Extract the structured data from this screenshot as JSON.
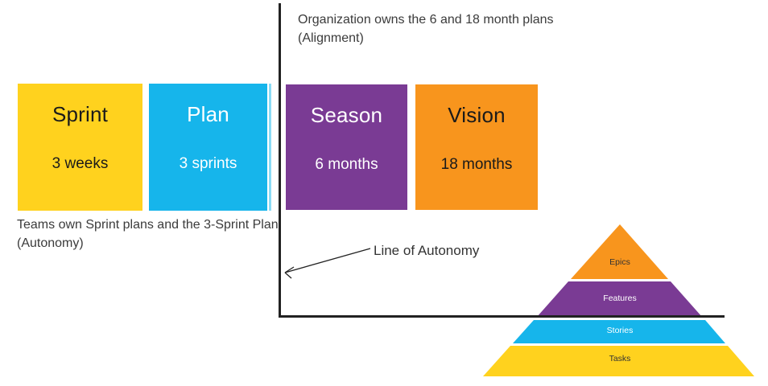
{
  "background": "#ffffff",
  "line_color": "#222222",
  "boxes": [
    {
      "title": "Sprint",
      "subtitle": "3 weeks",
      "color": "#FFD21E",
      "text_color": "#1a1a1a"
    },
    {
      "title": "Plan",
      "subtitle": "3 sprints",
      "color": "#16B5EB",
      "text_color": "#ffffff"
    },
    {
      "title": "Season",
      "subtitle": "6 months",
      "color": "#7A3B94",
      "text_color": "#ffffff"
    },
    {
      "title": "Vision",
      "subtitle": "18 months",
      "color": "#F8951D",
      "text_color": "#1a1a1a"
    }
  ],
  "captions": {
    "left": {
      "line1": "Teams own Sprint plans and the 3-Sprint Plan",
      "line2": "(Autonomy)"
    },
    "right": {
      "line1": "Organization owns the 6 and 18 month plans",
      "line2": "(Alignment)"
    }
  },
  "autonomy_line_label": "Line of Autonomy",
  "pyramid": {
    "levels": [
      {
        "label": "Epics",
        "color": "#F8951D",
        "text_color": "#333333"
      },
      {
        "label": "Features",
        "color": "#7A3B94",
        "text_color": "#ffffff"
      },
      {
        "label": "Stories",
        "color": "#16B5EB",
        "text_color": "#ffffff"
      },
      {
        "label": "Tasks",
        "color": "#FFD21E",
        "text_color": "#333333"
      }
    ]
  }
}
